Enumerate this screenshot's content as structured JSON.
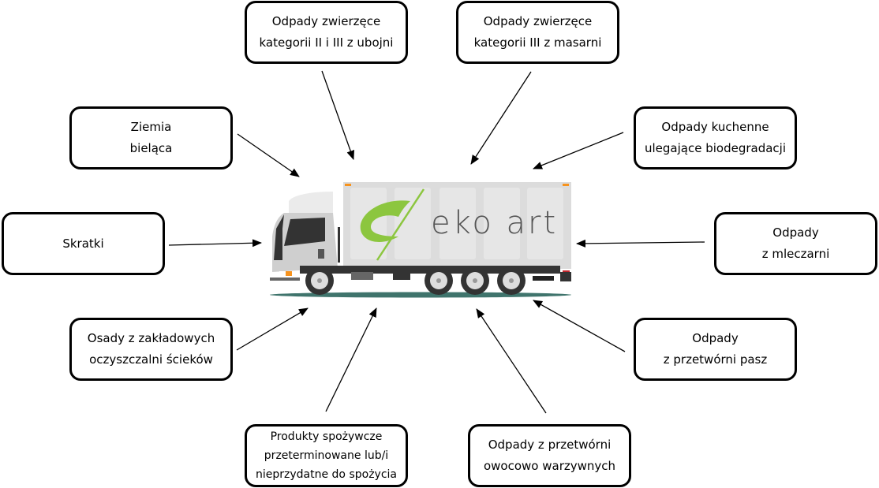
{
  "company_logo": "eko art",
  "sources": [
    {
      "id": "ziemia",
      "label": "Ziemia\nbieląca"
    },
    {
      "id": "skratki",
      "label": "Skratki"
    },
    {
      "id": "osady",
      "label": "Osady z zakładowych\noczyszczalni ścieków"
    },
    {
      "id": "produkty",
      "label": "Produkty spożywcze\nprzeterminowane lub/i\nnieprzydatne do spożycia"
    },
    {
      "id": "owocowo",
      "label": "Odpady z przetwórni\nowocowo warzywnych"
    },
    {
      "id": "pasz",
      "label": "Odpady\nz przetwórni pasz"
    },
    {
      "id": "mleczarni",
      "label": "Odpady\nz mleczarni"
    },
    {
      "id": "kuchenne",
      "label": "Odpady kuchenne\nulegające biodegradacji"
    },
    {
      "id": "ubojni",
      "label": "Odpady zwierzęce\nkategorii II i III z ubojni"
    },
    {
      "id": "masarni",
      "label": "Odpady zwierzęce\nkategorii III z masarni"
    }
  ],
  "colors": {
    "logo_green": "#8cc63f",
    "shadow": "#3f746c",
    "truck_body": "#dcdcdc"
  }
}
